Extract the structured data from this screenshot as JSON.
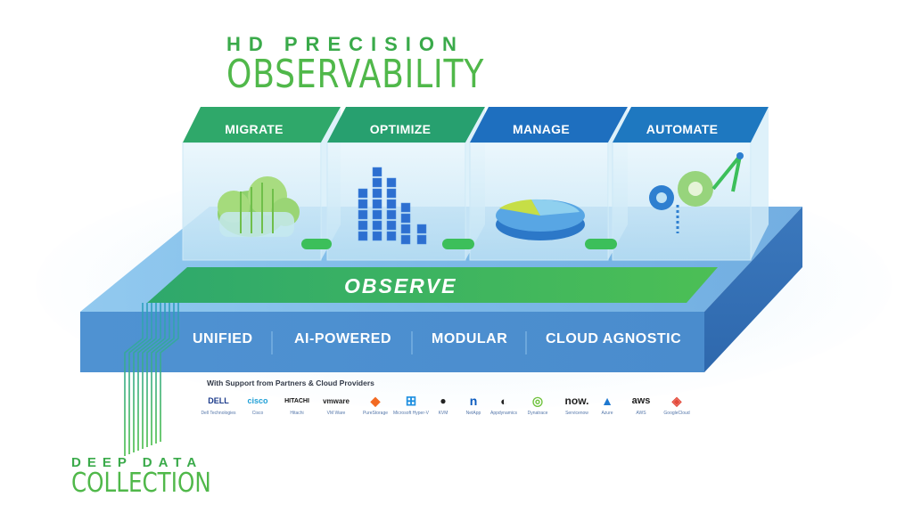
{
  "header": {
    "line1": "HD PRECISION",
    "line2": "OBSERVABILITY"
  },
  "footer": {
    "line1": "DEEP DATA",
    "line2": "COLLECTION"
  },
  "boxes": [
    {
      "label": "MIGRATE",
      "color": "#2fa86a"
    },
    {
      "label": "OPTIMIZE",
      "color": "#28a06e"
    },
    {
      "label": "MANAGE",
      "color": "#1e6fbf"
    },
    {
      "label": "AUTOMATE",
      "color": "#1e78c0"
    }
  ],
  "observe": "OBSERVE",
  "features": [
    "UNIFIED",
    "AI-POWERED",
    "MODULAR",
    "CLOUD AGNOSTIC"
  ],
  "support_title": "With Support from Partners & Cloud Providers",
  "partners": [
    {
      "logo": "DELL",
      "name": "Dell Technologies"
    },
    {
      "logo": "cisco",
      "name": "Cisco"
    },
    {
      "logo": "HITACHI",
      "name": "Hitachi"
    },
    {
      "logo": "vmware",
      "name": "VM Ware"
    },
    {
      "logo": "◆",
      "name": "PureStorage"
    },
    {
      "logo": "⊞",
      "name": "Microsoft Hyper-V"
    },
    {
      "logo": "●",
      "name": "KVM"
    },
    {
      "logo": "n",
      "name": "NetApp"
    },
    {
      "logo": "◐",
      "name": "Appdynamics"
    },
    {
      "logo": "◎",
      "name": "Dynatrace"
    },
    {
      "logo": "now.",
      "name": "Servicenow"
    },
    {
      "logo": "▲",
      "name": "Azure"
    },
    {
      "logo": "aws",
      "name": "AWS"
    },
    {
      "logo": "◈",
      "name": "GoogleCloud"
    }
  ],
  "colors": {
    "green": "#3aaa4a",
    "blue": "#1e78c0",
    "platform": "#5aa0dc"
  }
}
